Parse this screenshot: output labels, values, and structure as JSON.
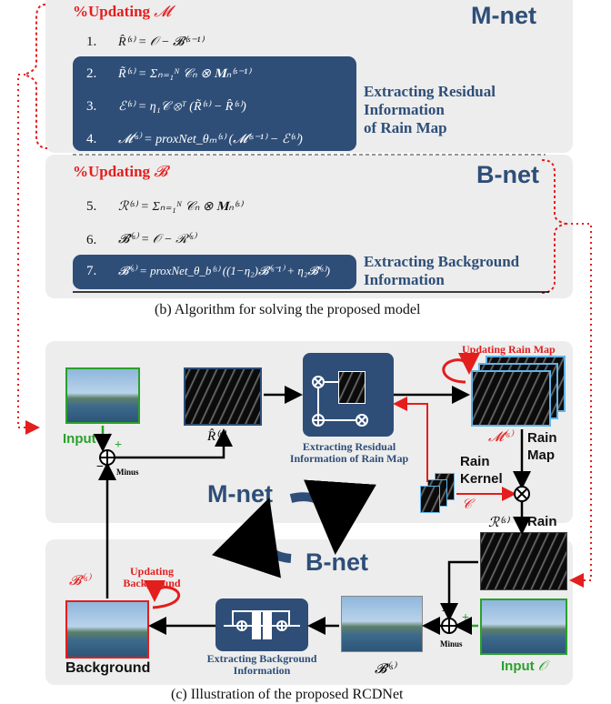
{
  "algorithm": {
    "mnet_header": "%Updating",
    "mnet_header_sym": "𝓜",
    "mnet_title": "M-net",
    "bnet_header": "%Updating",
    "bnet_header_sym": "𝓑",
    "bnet_title": "B-net",
    "steps": [
      {
        "num": "1.",
        "eq": "R̂⁽ˢ⁾ = 𝒪 − 𝓑⁽ˢ⁻¹⁾"
      },
      {
        "num": "2.",
        "eq": "R̃⁽ˢ⁾ = Σₙ₌₁ᴺ 𝒞ₙ ⊗ 𝐌ₙ⁽ˢ⁻¹⁾"
      },
      {
        "num": "3.",
        "eq": "ℰ⁽ˢ⁾ = η₁𝒞 ⊗ᵀ (R̃⁽ˢ⁾ − R̂⁽ˢ⁾)"
      },
      {
        "num": "4.",
        "eq": "𝓜⁽ˢ⁾ = proxNet_θₘ⁽ˢ⁾ (𝓜⁽ˢ⁻¹⁾ − ℰ⁽ˢ⁾)"
      },
      {
        "num": "5.",
        "eq": "ℛ⁽ˢ⁾ = Σₙ₌₁ᴺ 𝒞ₙ ⊗ 𝐌ₙ⁽ˢ⁾"
      },
      {
        "num": "6.",
        "eq": "𝓑̂⁽ˢ⁾ = 𝒪 − ℛ⁽ˢ⁾"
      },
      {
        "num": "7.",
        "eq": "𝓑⁽ˢ⁾ = proxNet_θ_b⁽ˢ⁾ ((1−η₂)𝓑⁽ˢ⁻¹⁾ + η₂𝓑̂⁽ˢ⁾)"
      }
    ],
    "residual_label": [
      "Extracting Residual",
      "Information",
      "of Rain Map"
    ],
    "background_label": [
      "Extracting Background",
      "Information"
    ],
    "caption": "(b)  Algorithm for solving the proposed model"
  },
  "rcdnet": {
    "updating_rain_map": "Updating Rain Map",
    "extract_residual": [
      "Extracting Residual",
      "Information of Rain Map"
    ],
    "rain_map": [
      "Rain",
      "Map"
    ],
    "rain_map_sym": "𝓜⁽ˢ⁾",
    "rain_kernel": [
      "Rain",
      "Kernel"
    ],
    "kernel_sym": "𝒞",
    "rain": "Rain",
    "rain_sym": "ℛ⁽ˢ⁾",
    "input": "Input",
    "input_sym": "𝒪",
    "residual_sym": "R̂⁽ˢ⁾",
    "minus": "Minus",
    "plus": "+",
    "minus_sign": "−",
    "mnet": "M-net",
    "bnet": "B-net",
    "updating_background": [
      "Updating",
      "Background"
    ],
    "background_sym": "𝓑⁽ˢ⁾",
    "background": "Background",
    "extract_background": [
      "Extracting Background",
      "Information"
    ],
    "bhat_sym": "𝓑̂⁽ˢ⁾",
    "caption": "(c)  Illustration of the proposed RCDNet"
  },
  "colors": {
    "navy": "#2e4e78",
    "red": "#e41d1d",
    "green": "#2aa12a",
    "panel": "#ededed"
  }
}
